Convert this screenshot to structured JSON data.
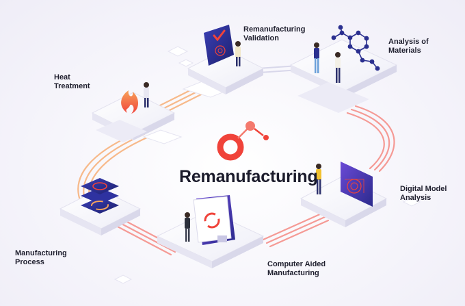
{
  "title": "Remanufacturing",
  "colors": {
    "accent_red": "#f0433a",
    "accent_orange": "#f7a35c",
    "navy": "#2a2f8f",
    "purple": "#5b3cc4"
  },
  "stages": [
    {
      "label": "Remanufacturing\nValidation",
      "icon": "shield-check-icon"
    },
    {
      "label": "Analysis of\nMaterials",
      "icon": "molecule-icon"
    },
    {
      "label": "Heat\nTreatment",
      "icon": "flame-icon"
    },
    {
      "label": "Digital Model\nAnalysis",
      "icon": "screen-model-icon"
    },
    {
      "label": "Manufacturing\nProcess",
      "icon": "layers-icon"
    },
    {
      "label": "Computer Aided\nManufacturing",
      "icon": "monitor-icon"
    }
  ]
}
